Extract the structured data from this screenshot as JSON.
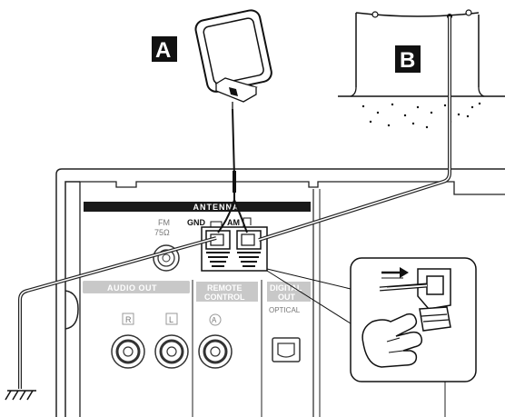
{
  "callouts": {
    "a": "A",
    "b": "B"
  },
  "panel": {
    "antenna_header": "ANTENNA",
    "fm_label": "FM",
    "fm_impedance": "75Ω",
    "gnd_label": "GND",
    "am_label": "AM",
    "audio_out_header": "AUDIO OUT",
    "remote_control_line1": "REMOTE",
    "remote_control_line2": "CONTROL",
    "digital_out_line1": "DIGITAL",
    "digital_out_line2": "OUT",
    "optical_label": "OPTICAL",
    "jack_r": "R",
    "jack_l": "L",
    "jack_a": "A"
  }
}
